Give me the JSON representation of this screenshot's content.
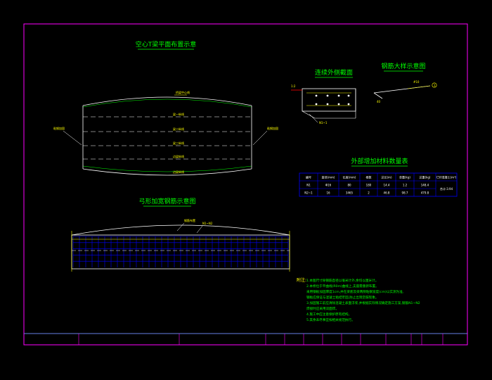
{
  "drawing": {
    "plan_view": {
      "title": "空心T梁平面布置示意",
      "top_label": "桥梁中心线",
      "left_label": "粘钢加固",
      "right_label": "粘钢加固",
      "row_labels": [
        "梁一纵线",
        "梁二纵线",
        "梁三纵线",
        "边梁纵线",
        "边梁纵线"
      ]
    },
    "arch_view": {
      "title": "弓形加宽钢筋示意图",
      "label_a": "钢筋布置",
      "label_b": "N1~N2"
    },
    "section_view": {
      "title": "连续外侧截面",
      "label_left": "1:2",
      "label_bottom": "N1~1"
    },
    "detail_view": {
      "title": "钢筋大样示意图",
      "label_a": "#10",
      "label_b": "40",
      "label_c": "1"
    },
    "materials_table": {
      "title": "外部增加材料数量表",
      "headers": [
        "编号",
        "直径(mm)",
        "长度(mm)",
        "根数",
        "总长(m)",
        "单重(kg)",
        "总重(kg)",
        "C50混凝土(m³)"
      ],
      "rows": [
        [
          "N1",
          "Φ16",
          "80",
          "180",
          "14.4",
          "1.2",
          "148.4",
          ""
        ],
        [
          "N2~1",
          "16",
          "3465",
          "2",
          "46.8",
          "98.7",
          "479.8",
          ""
        ]
      ],
      "merged_value": "合计:3.94"
    },
    "notes": {
      "title": "附注:",
      "lines": [
        "1.本图尺寸除钢筋直径以毫米计外,余均以厘米计。",
        "2.本桥位于平曲线(R0m)曲线上,支座需重新布置。",
        "  采用钢板加固厚度1cm,并在梁底及梁两侧粘钢宽度(cm)以实测为准,",
        "  钢板应保证与混凝土粘结牢固,防止出现空鼓现象。",
        "3.加固施工前应清除混凝土表面浮浆,并根据实际情况确定施工方案,钢筋N1~N2",
        "  焊接时应采用双面焊。",
        "4.施工中应注意保护原有结构。",
        "5.其余未尽事宜按相关规范执行。"
      ]
    }
  },
  "colors": {
    "frame": "#ff00ff",
    "title_block": "#00ffff",
    "titles": "#00ff00",
    "lines": "#ffffff",
    "dims": "#ffff00",
    "grid": "#0000ff"
  }
}
